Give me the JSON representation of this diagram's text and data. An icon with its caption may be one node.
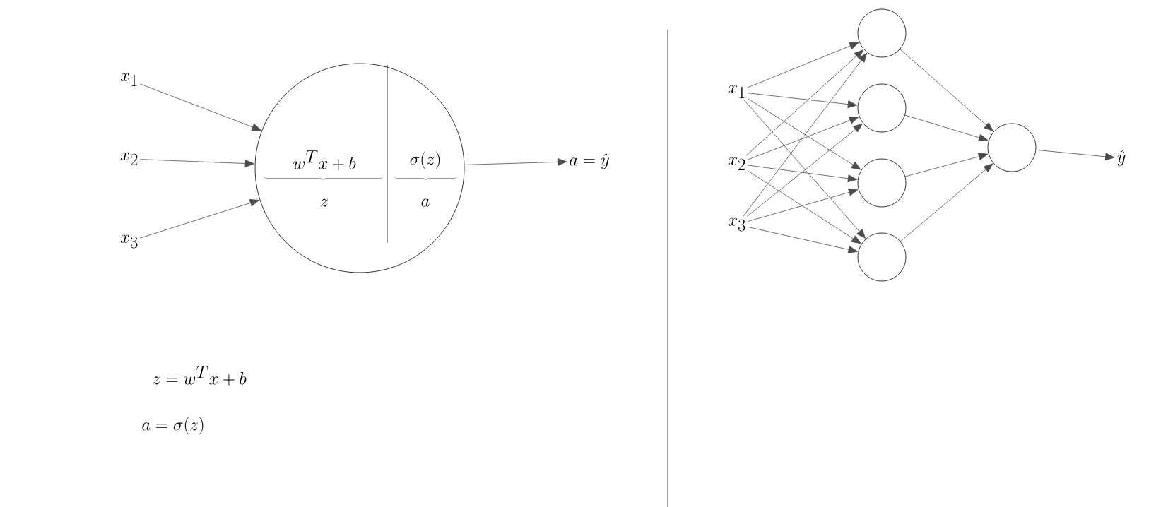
{
  "diagram": {
    "nodes": [
      {
        "text": [
          "x_1"
        ]
      },
      {
        "text": [
          "x_2"
        ]
      },
      {
        "text": [
          "x_3"
        ]
      },
      {
        "text": [
          "w^{T}x+b",
          "z",
          "\\sigma(z)",
          "a"
        ]
      },
      {
        "text": [
          "a=\\hat{y}"
        ]
      },
      {
        "text": [
          "x_1"
        ]
      },
      {
        "text": [
          "x_2"
        ]
      },
      {
        "text": [
          "x_3"
        ]
      },
      {
        "text": [],
        "shape": "circle"
      },
      {
        "text": [],
        "shape": "circle"
      },
      {
        "text": [],
        "shape": "circle"
      },
      {
        "text": [],
        "shape": "circle"
      },
      {
        "text": [],
        "shape": "circle"
      },
      {
        "text": [
          "\\hat{y}"
        ]
      }
    ],
    "edges": [
      {
        "from": 0,
        "to": 3,
        "arrow": "to"
      },
      {
        "from": 1,
        "to": 3,
        "arrow": "to"
      },
      {
        "from": 2,
        "to": 3,
        "arrow": "to"
      },
      {
        "from": 3,
        "to": 4,
        "arrow": "to"
      },
      {
        "from": 5,
        "to": 8,
        "arrow": "to"
      },
      {
        "from": 5,
        "to": 9,
        "arrow": "to"
      },
      {
        "from": 5,
        "to": 10,
        "arrow": "to"
      },
      {
        "from": 5,
        "to": 11,
        "arrow": "to"
      },
      {
        "from": 6,
        "to": 8,
        "arrow": "to"
      },
      {
        "from": 6,
        "to": 9,
        "arrow": "to"
      },
      {
        "from": 6,
        "to": 10,
        "arrow": "to"
      },
      {
        "from": 6,
        "to": 11,
        "arrow": "to"
      },
      {
        "from": 7,
        "to": 8,
        "arrow": "to"
      },
      {
        "from": 7,
        "to": 9,
        "arrow": "to"
      },
      {
        "from": 7,
        "to": 10,
        "arrow": "to"
      },
      {
        "from": 7,
        "to": 11,
        "arrow": "to"
      },
      {
        "from": 8,
        "to": 12,
        "arrow": "to"
      },
      {
        "from": 9,
        "to": 12,
        "arrow": "to"
      },
      {
        "from": 10,
        "to": 12,
        "arrow": "to"
      },
      {
        "from": 11,
        "to": 12,
        "arrow": "to"
      },
      {
        "from": 12,
        "to": 13,
        "arrow": "to"
      }
    ],
    "labels": [
      "z=w^{T}x+b",
      "a=\\sigma(z)"
    ]
  }
}
